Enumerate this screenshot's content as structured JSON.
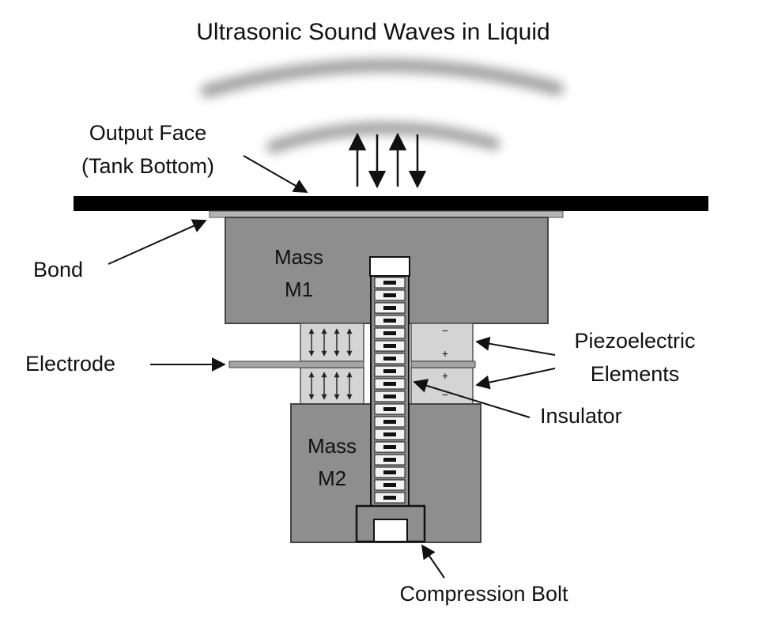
{
  "title": "Ultrasonic Sound Waves in Liquid",
  "labels": {
    "output_face_line1": "Output Face",
    "output_face_line2": "(Tank Bottom)",
    "bond": "Bond",
    "mass_m1_line1": "Mass",
    "mass_m1_line2": "M1",
    "electrode": "Electrode",
    "piezo_line1": "Piezoelectric",
    "piezo_line2": "Elements",
    "insulator": "Insulator",
    "mass_m2_line1": "Mass",
    "mass_m2_line2": "M2",
    "compression_bolt": "Compression Bolt"
  },
  "polarity": {
    "upper_top": "−",
    "upper_bottom": "+",
    "lower_top": "+",
    "lower_bottom": "−"
  },
  "colors": {
    "mass": "#8e8e8e",
    "piezo": "#d4d4d4",
    "plate": "#000000",
    "bond": "#b5b5b5",
    "wave": "#9a9a9a"
  }
}
